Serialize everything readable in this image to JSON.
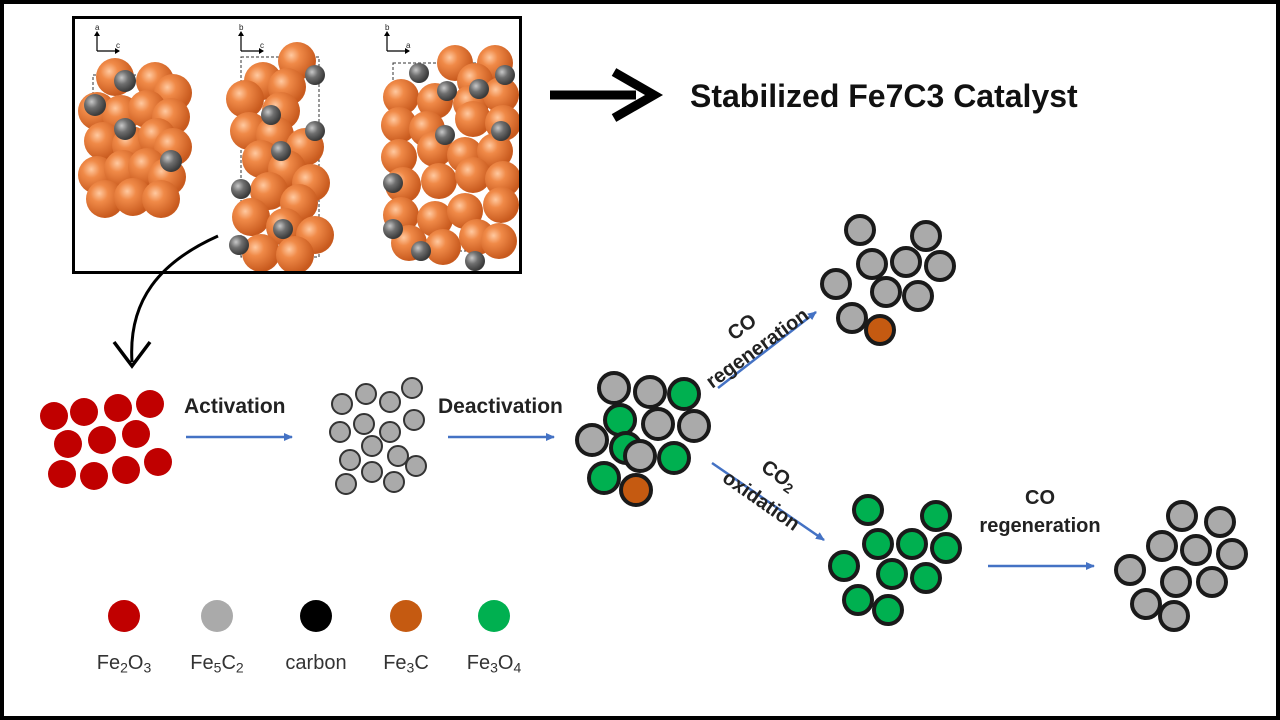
{
  "title": "Stabilized Fe7C3 Catalyst",
  "crystal_axes": [
    {
      "vertical": "a",
      "horizontal": "c"
    },
    {
      "vertical": "b",
      "horizontal": "c"
    },
    {
      "vertical": "b",
      "horizontal": "a"
    }
  ],
  "steps": {
    "activation": "Activation",
    "deactivation": "Deactivation",
    "co_regen_top_line1": "CO",
    "co_regen_top_line2": "regeneration",
    "co2_line1": "CO",
    "co2_sub": "2",
    "co2_line2": "oxidation",
    "co_regen_right_line1": "CO",
    "co_regen_right_line2": "regeneration"
  },
  "legend": [
    {
      "key": "fe2o3",
      "label_main": "Fe",
      "sub1": "2",
      "mid": "O",
      "sub2": "3",
      "color": "#c00000"
    },
    {
      "key": "fe5c2",
      "label_main": "Fe",
      "sub1": "5",
      "mid": "C",
      "sub2": "2",
      "color": "#aaaaaa"
    },
    {
      "key": "carbon",
      "label_main": "carbon",
      "sub1": "",
      "mid": "",
      "sub2": "",
      "color": "#000000"
    },
    {
      "key": "fe3c",
      "label_main": "Fe",
      "sub1": "3",
      "mid": "C",
      "sub2": "",
      "color": "#c55a11"
    },
    {
      "key": "fe3o4",
      "label_main": "Fe",
      "sub1": "3",
      "mid": "O",
      "sub2": "4",
      "color": "#00b050"
    }
  ],
  "colors": {
    "fe_atom": "#ee7a38",
    "c_atom": "#6a6a6a",
    "arrow_blue": "#4472c4",
    "outline": "#1a1a1a"
  }
}
